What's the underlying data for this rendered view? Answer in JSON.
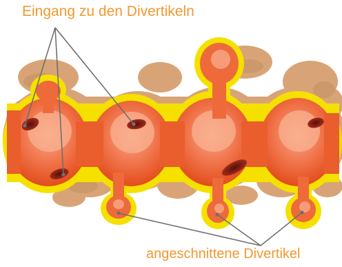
{
  "labels": {
    "top": "Eingang zu den Divertikeln",
    "bottom": "angeschnittene Divertikel"
  },
  "colors": {
    "label": "#f0982e",
    "outer_wall": "#d8a477",
    "outer_wall_shadow": "#b98658",
    "muscle_layer": "#f5e000",
    "mucosa_edge": "#e4501c",
    "mucosa_center": "#f7a080",
    "opening": "#8b1e12",
    "pointer_line": "#6f6f6f"
  },
  "icons": {
    "segments": "colon-segment",
    "openings": "diverticulum-opening"
  }
}
